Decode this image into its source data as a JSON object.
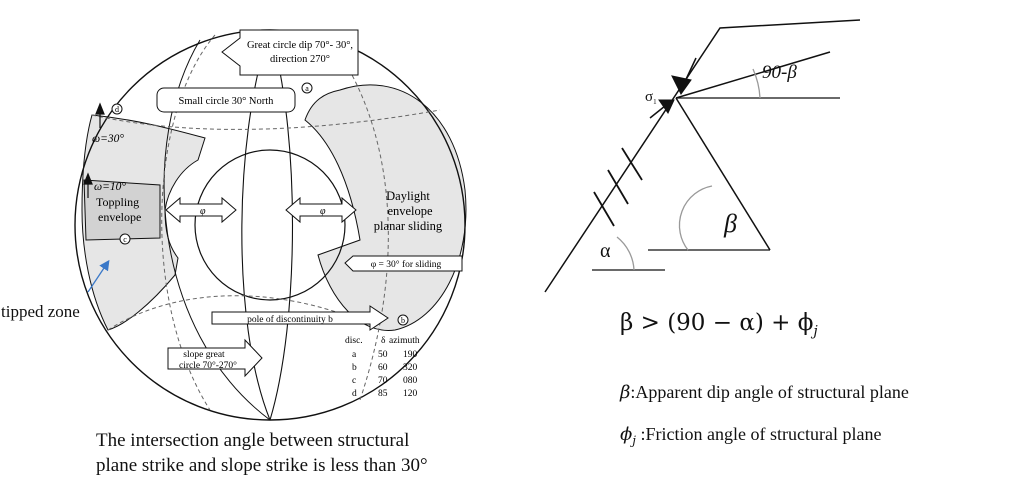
{
  "stereonet": {
    "great_circle_label_line1": "Great circle dip 70°- 30°,",
    "great_circle_label_line2": "direction 270°",
    "small_circle_label": "Small circle 30° North",
    "omega_30": "ω=30°",
    "omega_10": "ω=10°",
    "toppling_line1": "Toppling",
    "toppling_line2": "envelope",
    "phi_left": "φ",
    "phi_right": "φ",
    "daylight_line1": "Daylight",
    "daylight_line2": "envelope",
    "daylight_line3": "planar sliding",
    "phi_sliding_label": "φ = 30° for sliding",
    "pole_label": "pole of discontinuity b",
    "slope_gc_line1": "slope great",
    "slope_gc_line2": "circle 70°-270°",
    "tipped_zone": "tipped zone",
    "markers": {
      "a": "a",
      "b": "b",
      "c": "c",
      "d": "d"
    },
    "table": {
      "headers": [
        "disc.",
        "δ",
        "azimuth"
      ],
      "rows": [
        [
          "a",
          "50",
          "190"
        ],
        [
          "b",
          "60",
          "320"
        ],
        [
          "c",
          "70",
          "080"
        ],
        [
          "d",
          "85",
          "120"
        ]
      ]
    },
    "caption_line1": "The intersection angle between structural",
    "caption_line2": "plane strike and slope strike is less than 30°"
  },
  "slope_diagram": {
    "angle_90_beta": "90-β",
    "sigma": "σ",
    "sigma_sub": "1",
    "alpha": "α",
    "beta": "β",
    "formula": "β > (90 − α) + ϕ",
    "formula_sub": "j",
    "legend_beta_symbol": "β",
    "legend_beta_text": ":Apparent dip angle of structural plane",
    "legend_phi_symbol": "ϕ",
    "legend_phi_sub": "j",
    "legend_phi_text": " :Friction angle of structural plane"
  },
  "colors": {
    "ink": "#111111",
    "shade": "#e6e6e6",
    "pointer": "#3a78c8"
  }
}
